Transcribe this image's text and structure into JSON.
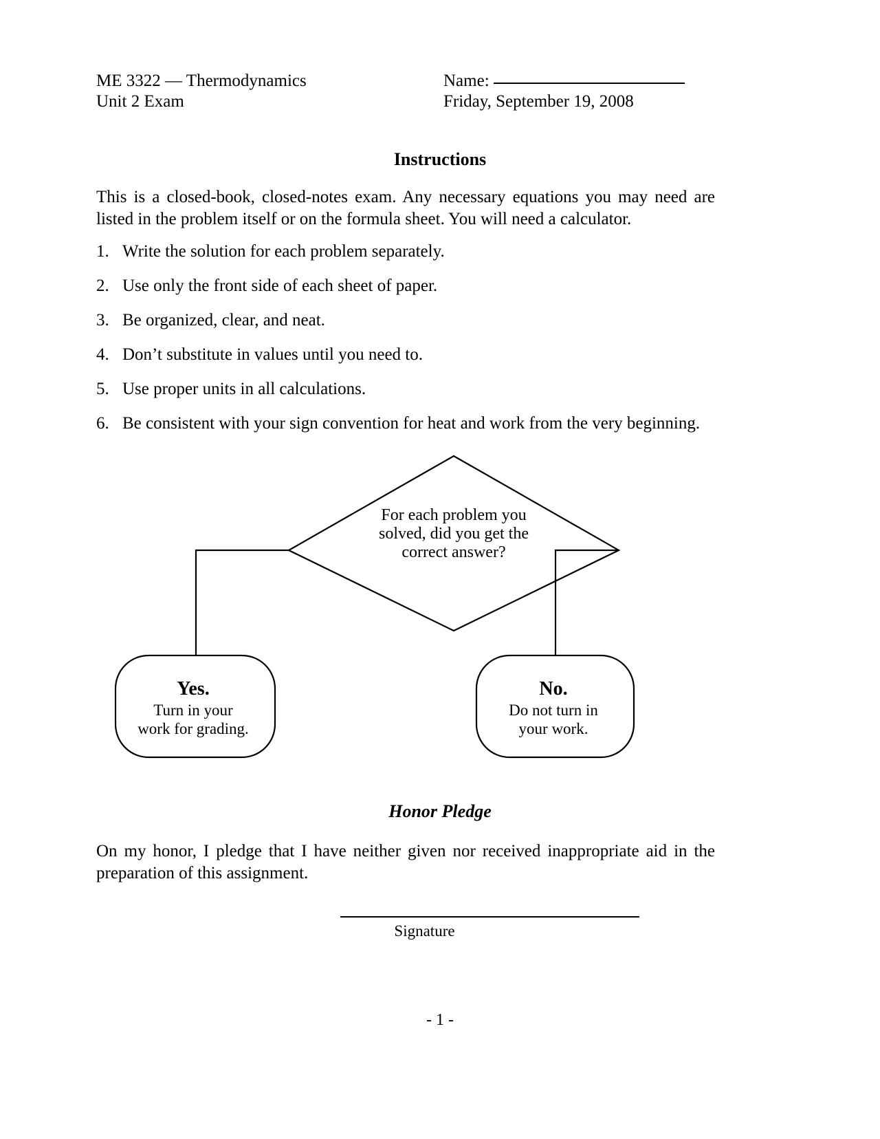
{
  "header": {
    "course": "ME 3322 — Thermodynamics",
    "exam": "Unit 2 Exam",
    "name_label": "Name:",
    "date": "Friday, September 19, 2008"
  },
  "instructions": {
    "title": "Instructions",
    "intro": "This is a closed-book, closed-notes exam.  Any necessary equations you may need are listed in the problem itself or on the formula sheet.  You will need a calculator.",
    "items": [
      {
        "num": "1.",
        "text": "Write the solution for each problem separately."
      },
      {
        "num": "2.",
        "text": "Use only the front side of each sheet of paper."
      },
      {
        "num": "3.",
        "text": "Be organized, clear, and neat."
      },
      {
        "num": "4.",
        "text": "Don’t substitute in values until you need to."
      },
      {
        "num": "5.",
        "text": "Use proper units in all calculations."
      },
      {
        "num": "6.",
        "text": "Be consistent with your sign convention for heat and work from the very beginning."
      }
    ]
  },
  "flowchart": {
    "decision": "For each problem you solved, did you get the correct answer?",
    "yes_node": {
      "heading": "Yes.",
      "line1": "Turn in your",
      "line2": "work for grading."
    },
    "no_node": {
      "heading": "No.",
      "line1": "Do not turn in",
      "line2": "your work."
    }
  },
  "honor": {
    "title": "Honor Pledge",
    "text": "On my honor, I pledge that I have neither given nor received inappropriate aid in the preparation of this assignment."
  },
  "signature": {
    "label": "Signature"
  },
  "footer": {
    "page": "- 1 -"
  },
  "colors": {
    "ink": "#000000",
    "paper": "#ffffff"
  }
}
